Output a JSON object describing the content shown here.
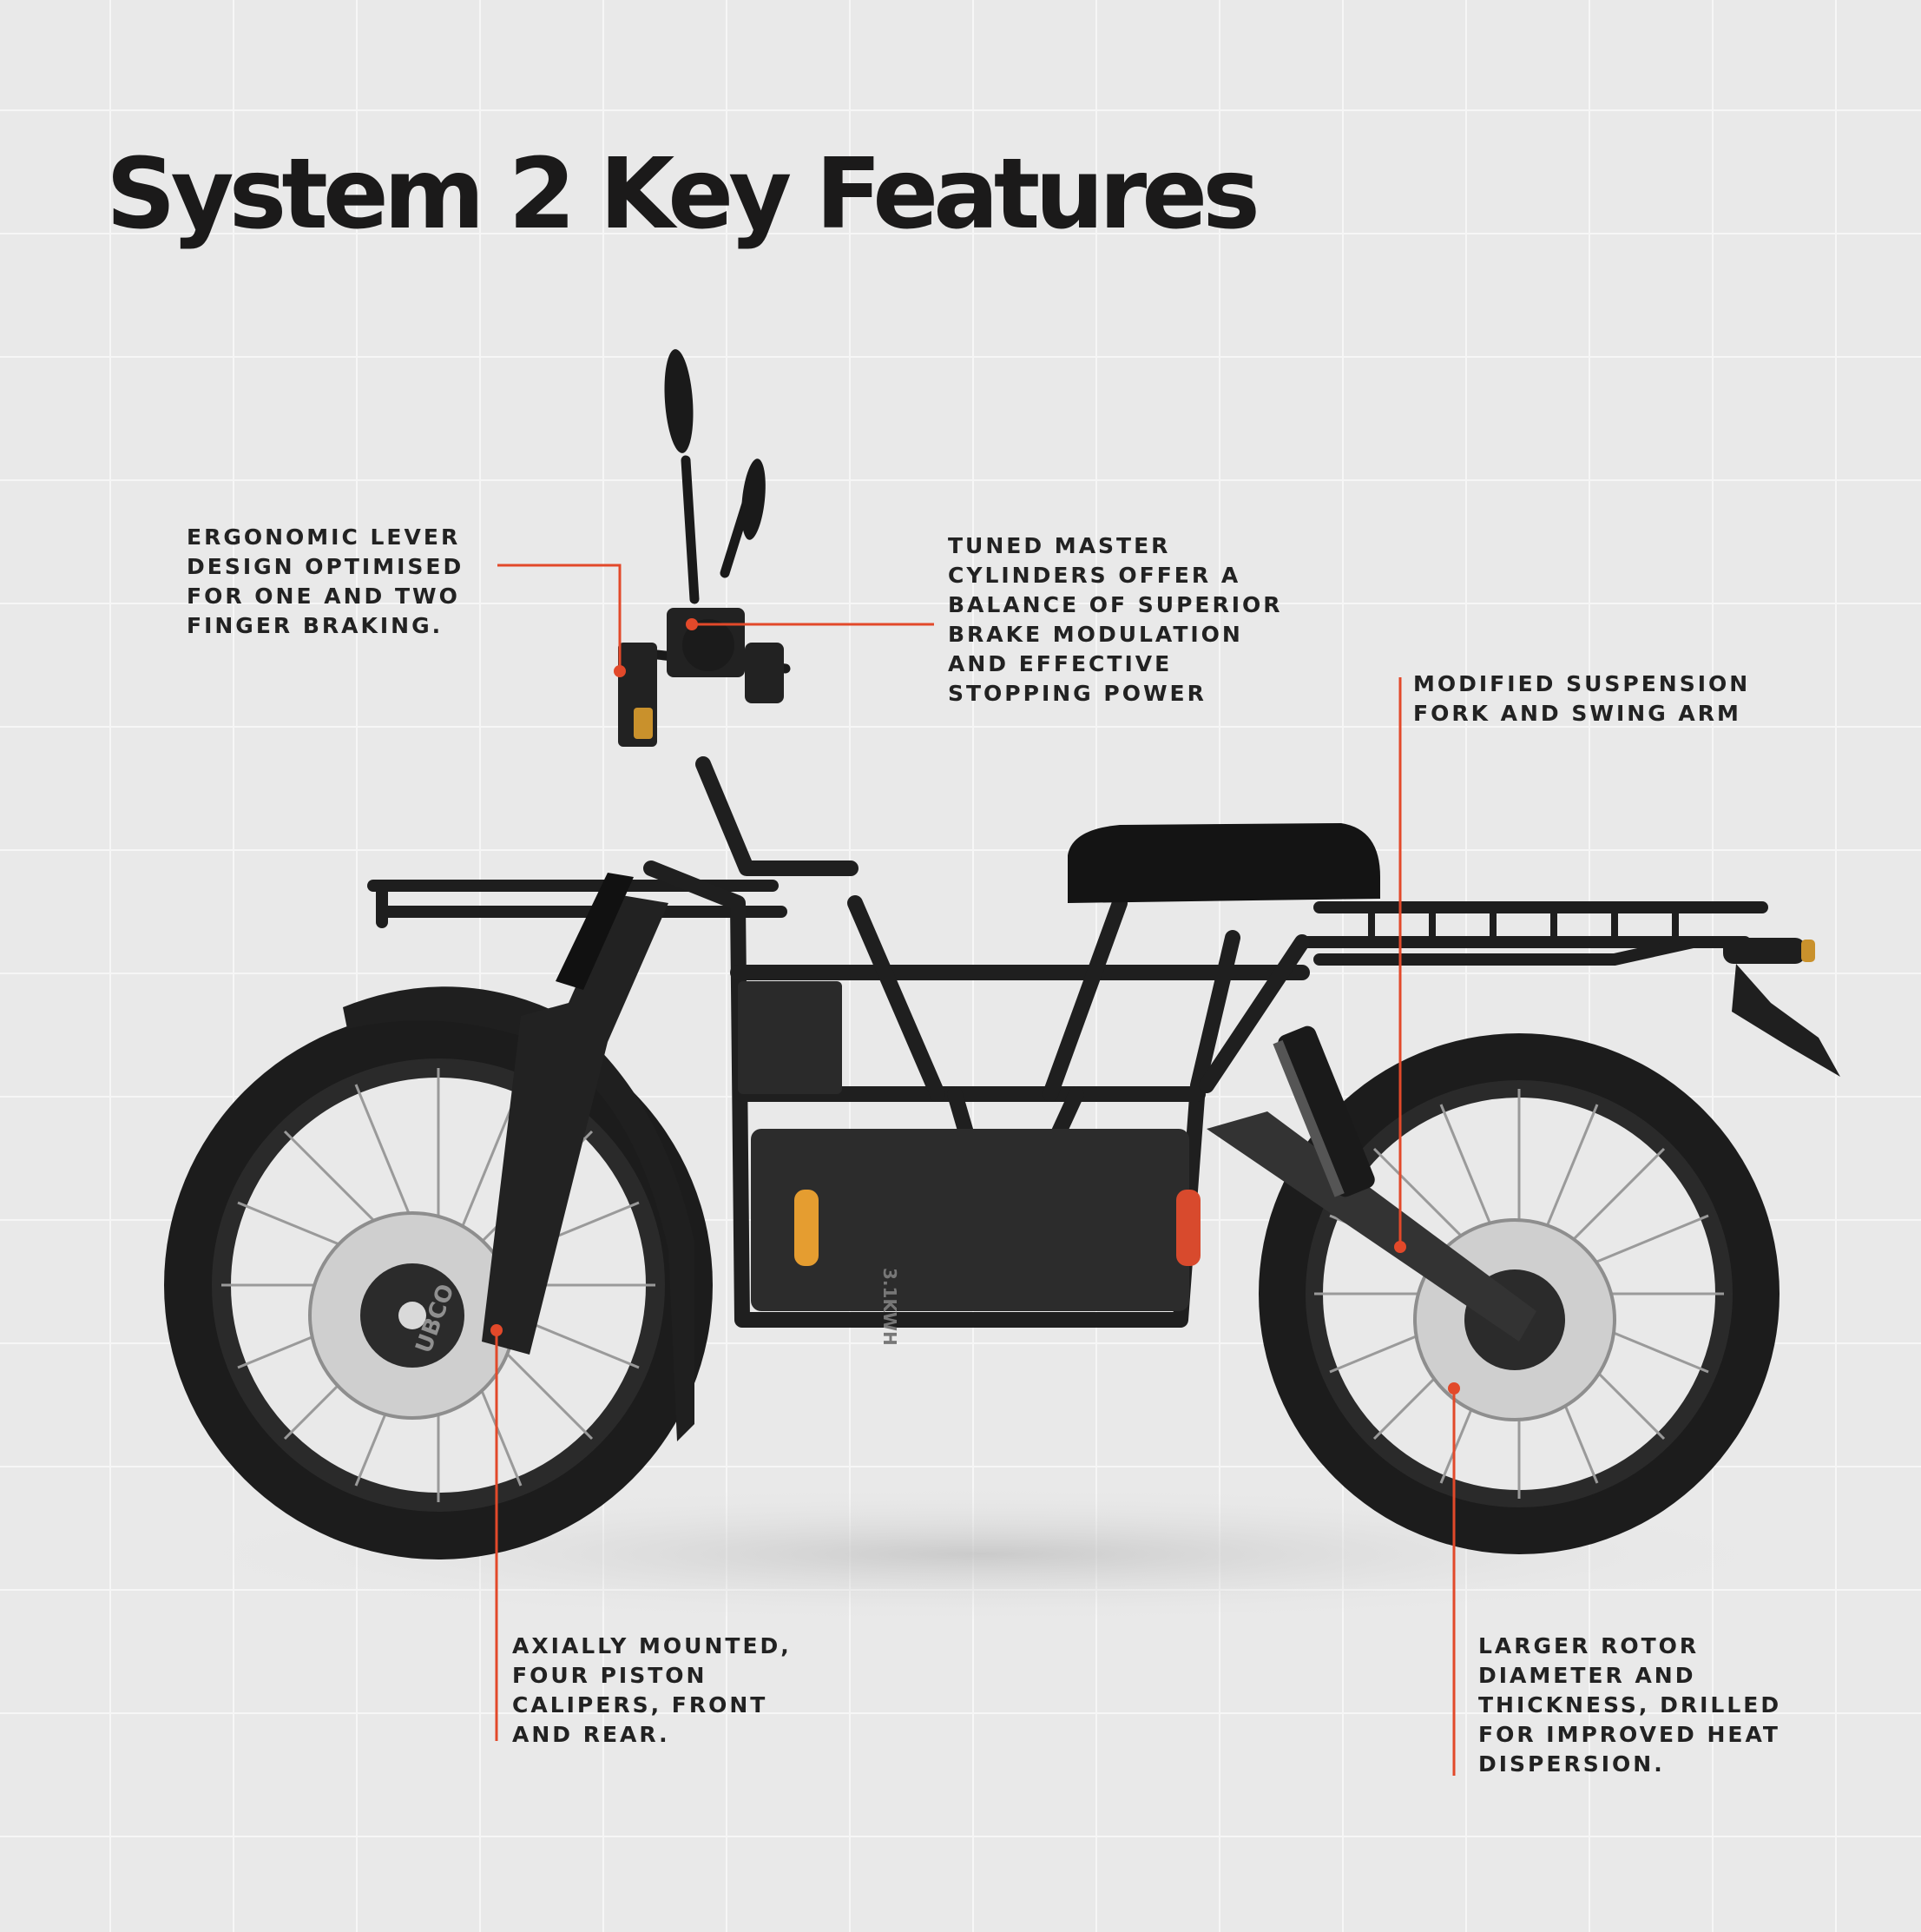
{
  "title": "System 2 Key Features",
  "accent_color": "#e2492a",
  "features": [
    {
      "id": "lever",
      "text": "ERGONOMIC LEVER\nDESIGN OPTIMISED\nFOR ONE AND TWO\nFINGER BRAKING."
    },
    {
      "id": "master-cylinders",
      "text": "TUNED MASTER\nCYLINDERS OFFER A\nBALANCE OF SUPERIOR\nBRAKE MODULATION\nAND EFFECTIVE\nSTOPPING POWER"
    },
    {
      "id": "suspension",
      "text": "MODIFIED SUSPENSION\nFORK AND SWING ARM"
    },
    {
      "id": "calipers",
      "text": "AXIALLY MOUNTED,\nFOUR PISTON\nCALIPERS, FRONT\nAND REAR."
    },
    {
      "id": "rotor",
      "text": "LARGER ROTOR\nDIAMETER AND\nTHICKNESS, DRILLED\nFOR IMPROVED HEAT\nDISPERSION."
    }
  ],
  "bike": {
    "brand_mark": "UBCO",
    "battery_label": "3.1KWH"
  }
}
